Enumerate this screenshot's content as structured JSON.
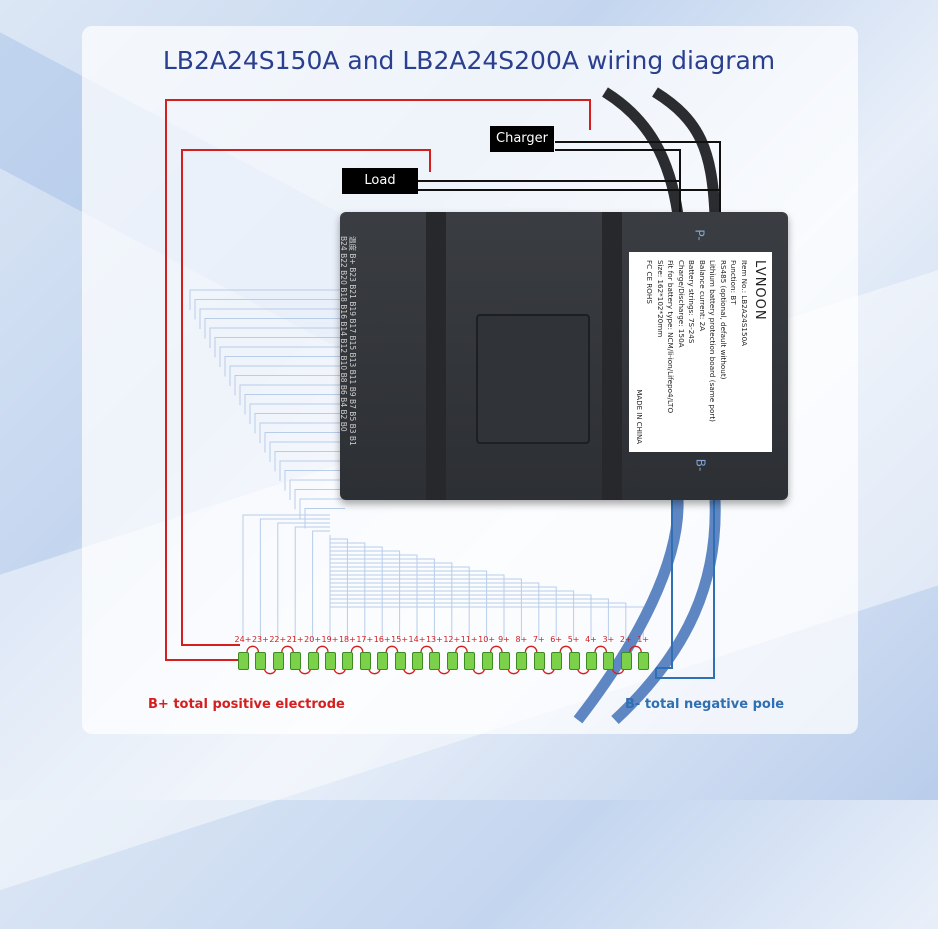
{
  "title": "LB2A24S150A and LB2A24S200A wiring diagram",
  "boxes": {
    "charger": "Charger",
    "load": "Load"
  },
  "pins": {
    "row1": "温度  B+ B23 B21 B19 B17 B15 B13 B11 B9 B7 B5 B3 B1",
    "row2": "B24 B22 B20 B18 B16 B14 B12 B10 B8 B6 B4 B2 B0"
  },
  "label_card": {
    "brand": "LVNOON",
    "lines": [
      "Item No.: LB2A24S150A",
      "Function: BT",
      "RS485 (optional, default without)",
      "Lithium battery protection board (same port)",
      "Balance current: 2A",
      "Battery strings: 7S-24S",
      "Charge/Discharge: 150A",
      "Fit for battery type: NCM/li-ion/Lifepo4/LTO",
      "Size: 162*102*20mm",
      "FC CE ROHS"
    ],
    "made": "MADE IN CHINA"
  },
  "poles": {
    "p_minus": "P-",
    "b_minus": "B-"
  },
  "cells": [
    "24+",
    "23+",
    "22+",
    "21+",
    "20+",
    "19+",
    "18+",
    "17+",
    "16+",
    "15+",
    "14+",
    "13+",
    "12+",
    "11+",
    "10+",
    "9+",
    "8+",
    "7+",
    "6+",
    "5+",
    "4+",
    "3+",
    "2+",
    "1+"
  ],
  "labels": {
    "b_plus": "B+ total positive electrode",
    "b_minus": "B- total negative pole"
  },
  "colors": {
    "positive": "#d51f1f",
    "negative": "#2f6fb3",
    "balance": "#b8cdea",
    "cell": "#7bd24a"
  }
}
